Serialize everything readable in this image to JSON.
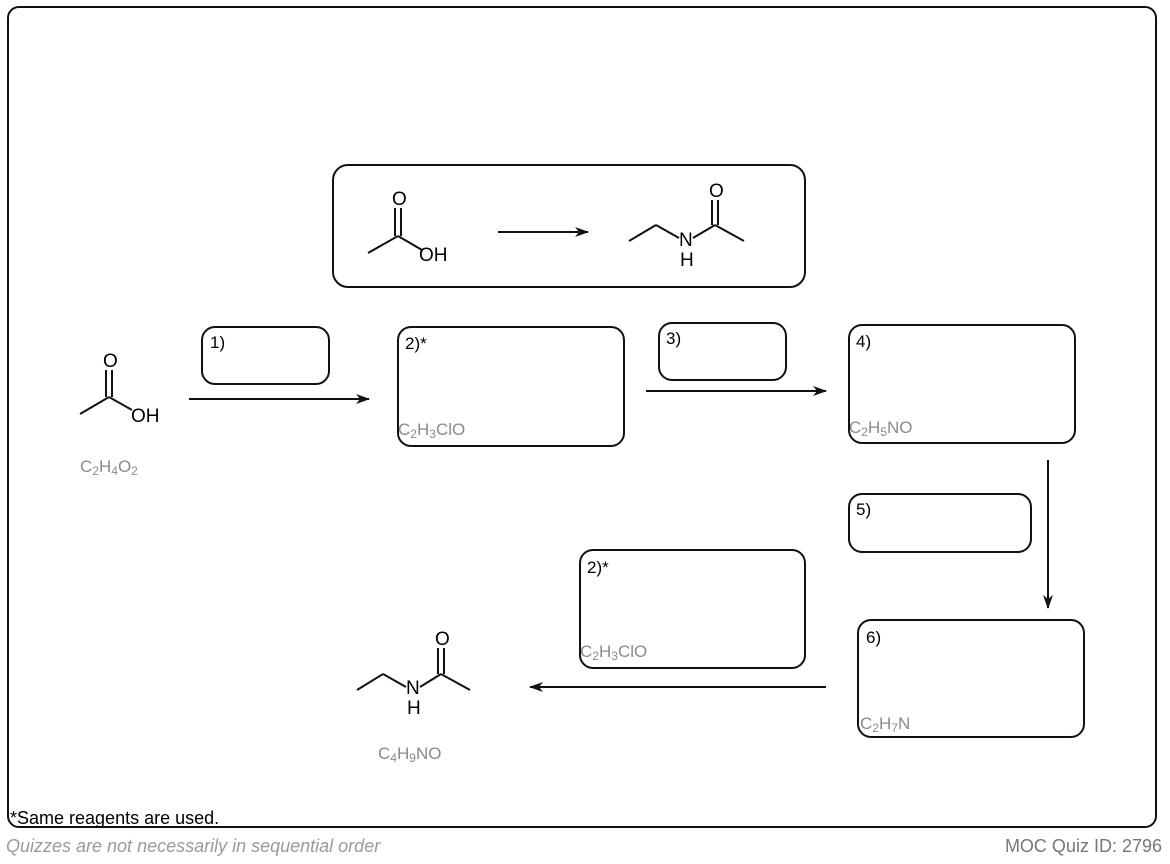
{
  "frame": {
    "footnote": "*Same reagents are used."
  },
  "overview": {
    "start_oh": "OH",
    "product_o": "O",
    "product_n": "N",
    "product_h": "H",
    "start_o": "O"
  },
  "start": {
    "o": "O",
    "oh": "OH",
    "formula_base": [
      "C",
      "H",
      "O"
    ],
    "formula_subs": [
      "2",
      "4",
      "2"
    ]
  },
  "steps": [
    {
      "label": "1)"
    },
    {
      "label": "2)*",
      "formula_parts": [
        "C",
        "H",
        "ClO"
      ],
      "formula_subs": [
        "2",
        "3"
      ]
    },
    {
      "label": "3)"
    },
    {
      "label": "4)",
      "formula_parts": [
        "C",
        "H",
        "NO"
      ],
      "formula_subs": [
        "2",
        "5"
      ]
    },
    {
      "label": "5)"
    },
    {
      "label": "6)",
      "formula_parts": [
        "C",
        "H",
        "N"
      ],
      "formula_subs": [
        "2",
        "7"
      ]
    },
    {
      "label": "2)*",
      "formula_parts": [
        "C",
        "H",
        "ClO"
      ],
      "formula_subs": [
        "2",
        "3"
      ]
    }
  ],
  "product": {
    "o": "O",
    "n": "N",
    "h": "H",
    "formula_parts": [
      "C",
      "H",
      "NO"
    ],
    "formula_subs": [
      "4",
      "9"
    ]
  },
  "footer": {
    "left": "Quizzes are not necessarily in sequential order",
    "right": "MOC Quiz ID: 2796"
  },
  "colors": {
    "line": "#111111",
    "formula": "#8a8a8a"
  }
}
